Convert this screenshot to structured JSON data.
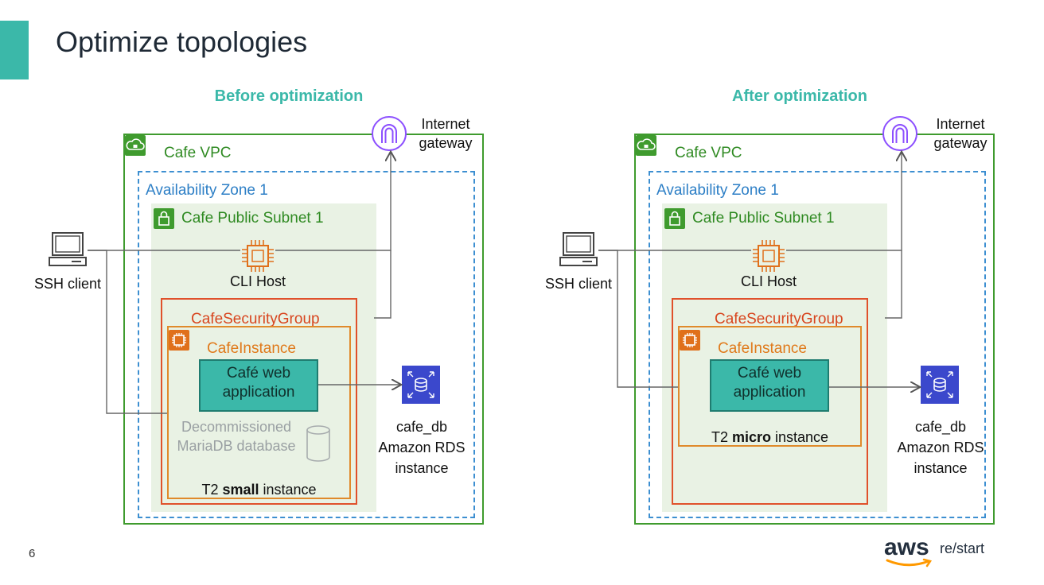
{
  "slide": {
    "title": "Optimize topologies",
    "page_number": "6"
  },
  "colors": {
    "accent": "#3bb8a9",
    "vpc": "#3f9b2e",
    "az": "#3d8fd1",
    "security_group": "#e0512b",
    "instance": "#e08a2b",
    "rds": "#3b48cc"
  },
  "before": {
    "heading": "Before optimization",
    "internet_gateway": "Internet gateway",
    "vpc": "Cafe VPC",
    "availability_zone": "Availability Zone 1",
    "subnet": "Cafe Public Subnet 1",
    "cli_host": "CLI Host",
    "ssh_client": "SSH client",
    "security_group": "CafeSecurityGroup",
    "instance": "CafeInstance",
    "app": "Café web application",
    "decommissioned": "Decommissioned MariaDB database",
    "instance_type_prefix": "T2 ",
    "instance_type_bold": "small",
    "instance_type_suffix": " instance",
    "db_name": "cafe_db",
    "db_service": "Amazon RDS",
    "db_type": "instance"
  },
  "after": {
    "heading": "After optimization",
    "internet_gateway": "Internet gateway",
    "vpc": "Cafe VPC",
    "availability_zone": "Availability Zone 1",
    "subnet": "Cafe Public Subnet 1",
    "cli_host": "CLI Host",
    "ssh_client": "SSH client",
    "security_group": "CafeSecurityGroup",
    "instance": "CafeInstance",
    "app": "Café web application",
    "instance_type_prefix": "T2 ",
    "instance_type_bold": "micro",
    "instance_type_suffix": " instance",
    "db_name": "cafe_db",
    "db_service": "Amazon RDS",
    "db_type": "instance"
  },
  "branding": {
    "logo": "aws",
    "product": "re/start"
  }
}
